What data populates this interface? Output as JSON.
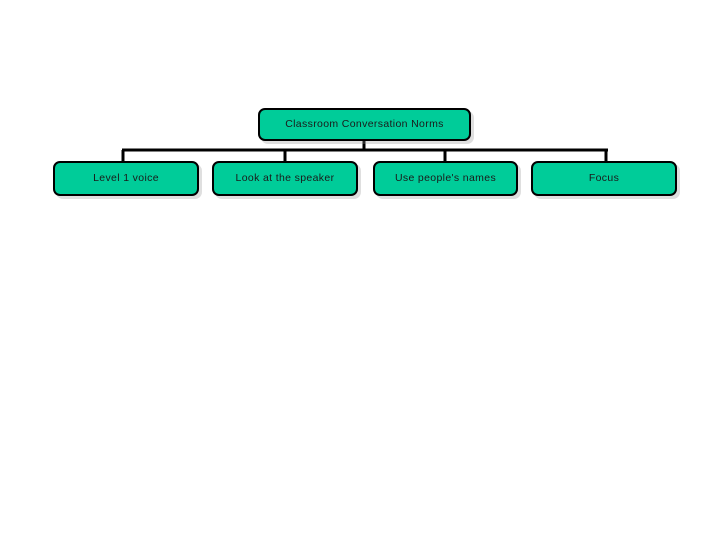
{
  "chart": {
    "type": "org-chart",
    "background_color": "#FFFFFF",
    "node_fill_color": "#00CC99",
    "node_border_color": "#000000",
    "connector_color": "#000000",
    "text_color": "#1A1A1A",
    "root": {
      "label": "Classroom Conversation Norms"
    },
    "children": [
      {
        "label": "Level 1 voice"
      },
      {
        "label": "Look at the speaker"
      },
      {
        "label": "Use people's names"
      },
      {
        "label": "Focus"
      }
    ]
  }
}
